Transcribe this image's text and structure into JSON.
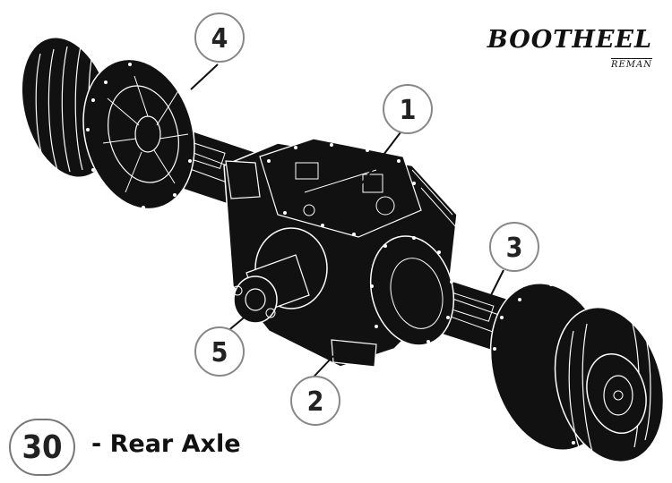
{
  "logo": {
    "name": "BOOTHEEL",
    "sub": "REMAN"
  },
  "callouts": [
    {
      "id": "1",
      "label": "1"
    },
    {
      "id": "2",
      "label": "2"
    },
    {
      "id": "3",
      "label": "3"
    },
    {
      "id": "4",
      "label": "4"
    },
    {
      "id": "5",
      "label": "5"
    }
  ],
  "figure": {
    "number": "30",
    "caption": "- Rear Axle"
  },
  "colors": {
    "outline": "#888888",
    "ink": "#111111",
    "background": "#ffffff"
  }
}
